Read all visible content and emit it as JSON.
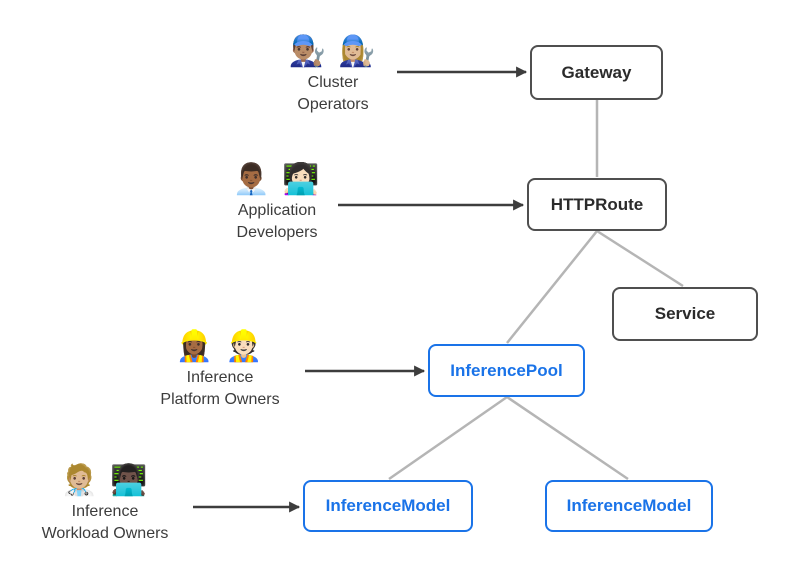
{
  "colors": {
    "accent-blue": "#1a73e8",
    "node-border-dark": "#4f4f4f",
    "node-text-dark": "#2b2b2b",
    "connector-gray": "#b5b5b5",
    "arrow-dark": "#3d3d3d",
    "label-text": "#3c3c3c",
    "background": "#ffffff"
  },
  "personas": {
    "cluster_operators": {
      "emojis": "👨🏽‍🔧 👩🏼‍🔧",
      "line1": "Cluster",
      "line2": "Operators"
    },
    "application_developers": {
      "emojis": "👨🏾‍💼 👩🏻‍💻",
      "line1": "Application",
      "line2": "Developers"
    },
    "inference_platform_owners": {
      "emojis": "👷🏾‍♀️ 👷🏻",
      "line1": "Inference",
      "line2": "Platform Owners"
    },
    "inference_workload_owners": {
      "emojis": "🧑🏼‍⚕️ 👨🏿‍💻",
      "line1": "Inference",
      "line2": "Workload Owners"
    }
  },
  "nodes": {
    "gateway": {
      "label": "Gateway"
    },
    "httproute": {
      "label": "HTTPRoute"
    },
    "service": {
      "label": "Service"
    },
    "inference_pool": {
      "label": "InferencePool"
    },
    "inference_model_left": {
      "label": "InferenceModel"
    },
    "inference_model_right": {
      "label": "InferenceModel"
    }
  }
}
